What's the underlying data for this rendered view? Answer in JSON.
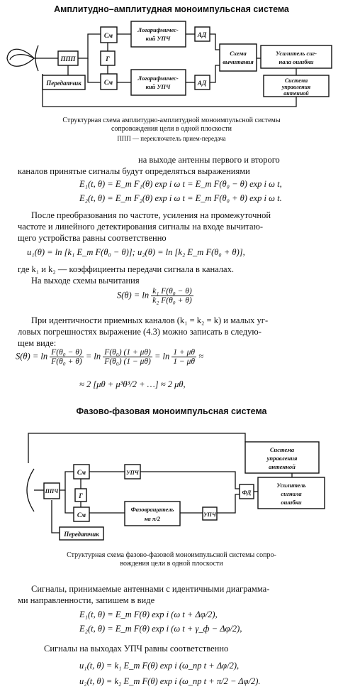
{
  "section1": {
    "heading": "Амплитудно–амплитудная моноимпульсная система",
    "diagram": {
      "blocks": {
        "ppp": "ППП",
        "transmitter": "Передатчик",
        "mixer_top": "См",
        "mixer_bottom": "См",
        "generator": "Г",
        "ifa_top": [
          "Логарифмичес-",
          "кий УПЧ"
        ],
        "ifa_bottom": [
          "Логарифмичес-",
          "кий УПЧ"
        ],
        "det_top": "АД",
        "det_bottom": "АД",
        "subtractor": [
          "Схема",
          "вычитания"
        ],
        "error_amp": [
          "Усилитель сиг-",
          "нала ошибки"
        ],
        "antenna_ctrl": [
          "Система",
          "управления",
          "антенной"
        ]
      }
    },
    "caption_line1": "Структурная  схема  амплитудно-амплитудной моноимпульсной системы",
    "caption_line2": "сопровождения цели в одной плоскости",
    "caption_note": "ППП — переключатель прием-передача"
  },
  "text": {
    "p1_line1": "на выходе антенны первого и второго",
    "p1_line2": "каналов принятые сигналы будут определяться выражениями",
    "eq1": "E₁(t, θ) = E_m F₁(θ) exp i ω t = E_m F(θ₀ − θ) exp i ω t,",
    "eq2": "E₂(t, θ) = E_m F₂(θ) exp i ω t = E_m F(θ₀ + θ) exp i ω t.",
    "p2_line1": "После преобразования по частоте, усиления на промежуточной",
    "p2_line2": "частоте и линейного детектирования сигналы на входе вычитаю-",
    "p2_line3": "щего устройства равны соответственно",
    "eq3": "u₁(θ) = ln [k₁ E_m F(θ₀ − θ)];   u₂(θ) = ln [k₂ E_m F(θ₀ + θ)],",
    "p3": "где k₁ и k₂ — коэффициенты передачи сигнала в каналах.",
    "p4": "На выходе схемы вычитания",
    "eq4_left": "S(θ) = ln",
    "eq4_num": "k₁ F(θ₀ − θ)",
    "eq4_den": "k₂ F(θ₀ + θ)",
    "p5_line1": "При идентичности приемных каналов (k₁ = k₂ = k) и малых уг-",
    "p5_line2": "ловых погрешностях выражение (4.3) можно записать в следую-",
    "p5_line3": "щем виде:",
    "eq5_a": "S(θ) = ln",
    "eq5_f1_num": "F(θ₀ − θ)",
    "eq5_f1_den": "F(θ₀ + θ)",
    "eq5_b": "= ln",
    "eq5_f2_num": "F(θ₀) (1 + μθ)",
    "eq5_f2_den": "F(θ₀) (1 − μθ)",
    "eq5_c": "= ln",
    "eq5_f3_num": "1 + μθ",
    "eq5_f3_den": "1 − μθ",
    "eq5_d": "≈",
    "eq6": "≈ 2 [μθ + μ³θ³/2 + …] ≈ 2 μθ,"
  },
  "section2": {
    "heading": "Фазово-фазовая моноимпульсная система",
    "diagram": {
      "blocks": {
        "ppch": "ППЧ",
        "transmitter": "Передатчик",
        "mixer_top": "См",
        "mixer_bottom": "См",
        "generator": "Г",
        "ifa_top": "УПЧ",
        "ifa_bottom": "УПЧ",
        "phase_shifter": [
          "Фазовращатель",
          "на π/2"
        ],
        "phase_det": "ФД",
        "error_amp": [
          "Усилитель",
          "сигнала",
          "ошибки"
        ],
        "antenna_ctrl": [
          "Система",
          "управления",
          "антенной"
        ]
      }
    },
    "caption_line1": "Структурная  схема  фазово-фазовой  моноимпульсной  системы  сопро-",
    "caption_line2": "вождения цели в одной плоскости"
  },
  "text2": {
    "p6_line1": "Сигналы, принимаемые антеннами с идентичными диаграмма-",
    "p6_line2": "ми направленности, запишем в виде",
    "eq7": "E₁(t, θ) = E_m F(θ) exp i (ω t + Δφ/2),",
    "eq8": "E₂(t, θ) = E_m F(θ) exp i (ω t + γ_ф − Δφ/2),",
    "p7": "Сигналы на выходах УПЧ равны соответственно",
    "eq9": "u₁(t, θ) = k₁ E_m F(θ) exp i (ω_пр t + Δφ/2),",
    "eq10": "u₂(t, θ) = k₂ E_m F(θ) exp i (ω_пр t + π/2 − Δφ/2)."
  }
}
